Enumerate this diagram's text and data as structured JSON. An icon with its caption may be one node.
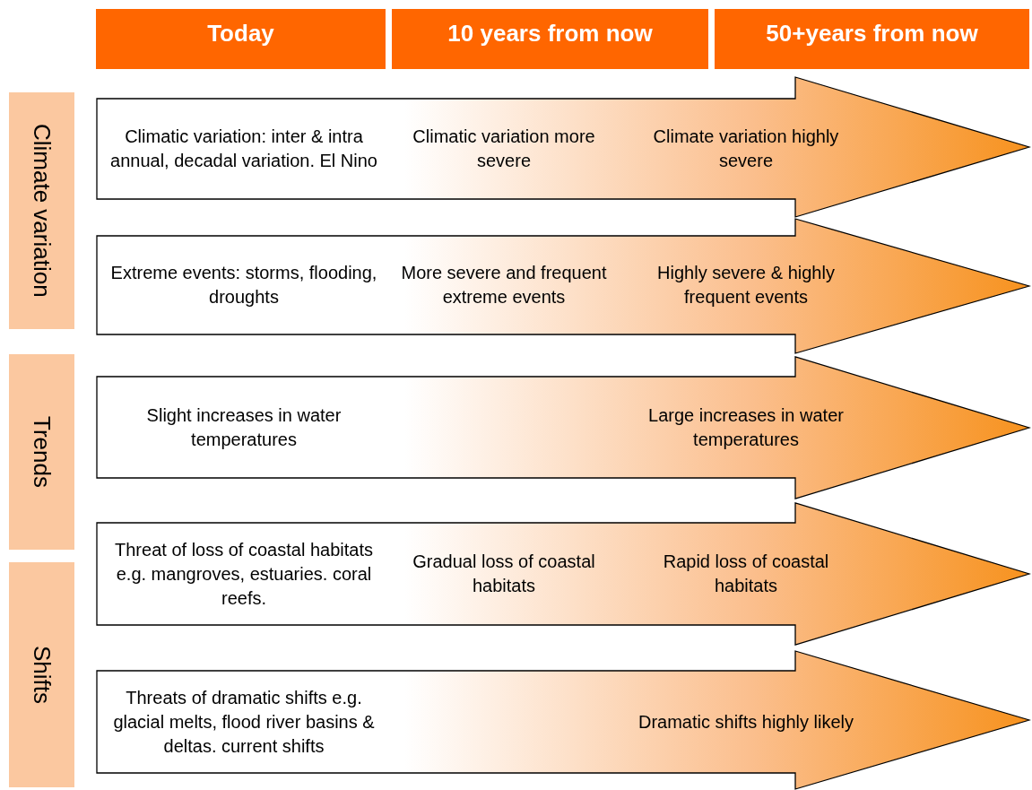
{
  "diagram": {
    "nodes": [
      {
        "text": [
          "Today"
        ]
      },
      {
        "text": [
          "10 years from now"
        ]
      },
      {
        "text": [
          "50+years from now"
        ]
      },
      {
        "text": [
          "Climate variation"
        ]
      },
      {
        "text": [
          "Trends"
        ]
      },
      {
        "text": [
          "Shifts"
        ]
      },
      {
        "text": [
          "Climatic variation: inter & intra annual, decadal variation. El Nino",
          "Climatic variation more severe",
          "Climate variation highly severe"
        ]
      },
      {
        "text": [
          "Extreme events: storms, flooding, droughts",
          "More severe and frequent extreme events",
          "Highly severe & highly frequent events"
        ]
      },
      {
        "text": [
          "Slight increases in water temperatures",
          "Large increases in water temperatures"
        ]
      },
      {
        "text": [
          "Threat of loss of coastal habitats e.g. mangroves, estuaries. coral reefs.",
          "Gradual loss of coastal habitats",
          "Rapid loss of coastal habitats"
        ]
      },
      {
        "text": [
          "Threats of dramatic shifts e.g. glacial melts, flood river basins & deltas. current shifts",
          "Dramatic shifts highly likely"
        ]
      }
    ]
  }
}
